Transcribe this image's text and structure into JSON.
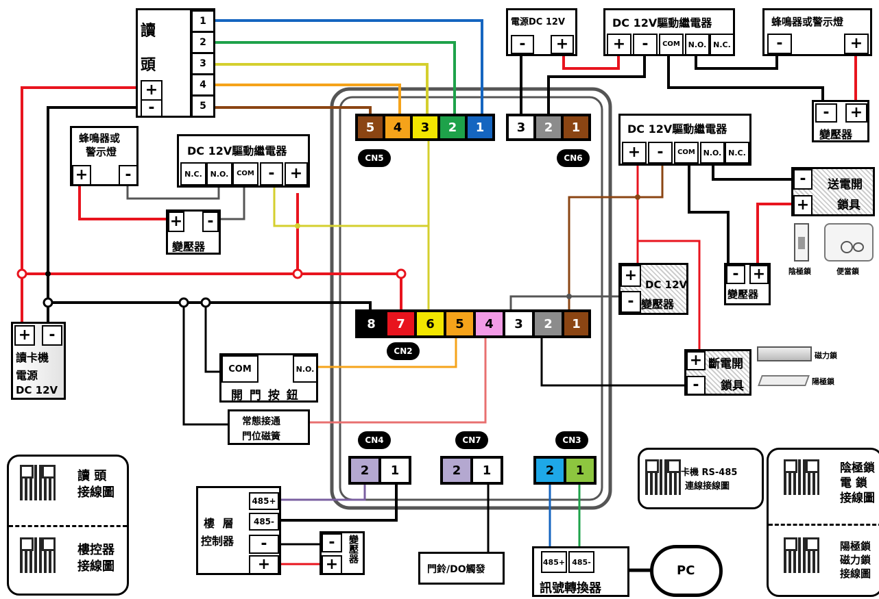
{
  "reader": {
    "label_1": "讀",
    "label_2": "頭",
    "pins": [
      "1",
      "2",
      "3",
      "4",
      "5"
    ],
    "plus": "+",
    "minus": "-"
  },
  "power_supply": {
    "title": "電源DC 12V",
    "minus": "-",
    "plus": "+"
  },
  "relay_top": {
    "title": "DC 12V驅動繼電器",
    "plus": "+",
    "minus": "-",
    "com": "COM",
    "no": "N.O.",
    "nc": "N.C."
  },
  "buzzer_top": {
    "title": "蜂鳴器或警示燈",
    "minus": "-",
    "plus": "+"
  },
  "transformer_top_right": {
    "minus": "-",
    "plus": "+",
    "label": "變壓器"
  },
  "relay_right": {
    "title": "DC 12V驅動繼電器",
    "plus": "+",
    "minus": "-",
    "com": "COM",
    "no": "N.O.",
    "nc": "N.C."
  },
  "lock_on_power": {
    "minus": "-",
    "plus": "+",
    "label_1": "送電開",
    "label_2": "鎖具"
  },
  "lock_images": {
    "strike": "陰極鎖",
    "rim": "便當鎖"
  },
  "transformer_right": {
    "minus": "-",
    "plus": "+",
    "label": "變壓器"
  },
  "dc_transformer": {
    "plus": "+",
    "minus": "-",
    "label_1": "DC 12V",
    "label_2": "變壓器"
  },
  "lock_off_power": {
    "plus": "+",
    "minus": "-",
    "label_1": "斷電開",
    "label_2": "鎖具"
  },
  "lock_images_2": {
    "magnetic": "磁力鎖",
    "bolt": "陽極鎖"
  },
  "buzzer_left": {
    "title_1": "蜂鳴器或",
    "title_2": "警示燈",
    "plus": "+",
    "minus": "-"
  },
  "relay_left": {
    "title": "DC 12V驅動繼電器",
    "nc": "N.C.",
    "no": "N.O.",
    "com": "COM",
    "minus": "-",
    "plus": "+"
  },
  "transformer_left": {
    "plus": "+",
    "minus": "-",
    "label": "變壓器"
  },
  "card_power": {
    "plus": "+",
    "minus": "-",
    "label_1": "讀卡機",
    "label_2": "電源",
    "label_3": "DC 12V"
  },
  "cn5": {
    "label": "CN5",
    "pins": [
      "5",
      "4",
      "3",
      "2",
      "1"
    ]
  },
  "cn6": {
    "label": "CN6",
    "pins": [
      "3",
      "2",
      "1"
    ]
  },
  "cn2": {
    "label": "CN2",
    "pins": [
      "8",
      "7",
      "6",
      "5",
      "4",
      "3",
      "2",
      "1"
    ]
  },
  "cn4": {
    "label": "CN4",
    "pins": [
      "2",
      "1"
    ]
  },
  "cn7": {
    "label": "CN7",
    "pins": [
      "2",
      "1"
    ]
  },
  "cn3": {
    "label": "CN3",
    "pins": [
      "2",
      "1"
    ]
  },
  "open_button": {
    "com": "COM",
    "no": "N.O.",
    "label": "開 門 按 鈕"
  },
  "door_sensor": {
    "label_1": "常態接通",
    "label_2": "門位磁簧"
  },
  "floor_controller": {
    "label_1": "樓 層",
    "label_2": "控制器",
    "p485plus": "485+",
    "p485minus": "485-",
    "minus": "-",
    "plus": "+"
  },
  "floor_transformer": {
    "minus": "-",
    "plus": "+",
    "label": "變壓器"
  },
  "doorbell": {
    "label": "門鈴/DO觸發"
  },
  "converter": {
    "p485plus": "485+",
    "p485minus": "485-",
    "label": "訊號轉換器"
  },
  "pc": {
    "label": "PC"
  },
  "qr_left": {
    "item1_line1": "讀  頭",
    "item1_line2": "接線圖",
    "item2_line1": "樓控器",
    "item2_line2": "接線圖"
  },
  "qr_mid": {
    "line1": "卡機 RS-485",
    "line2": "連線接線圖"
  },
  "qr_right": {
    "item1_line1": "陰極鎖",
    "item1_line2": "電  鎖",
    "item1_line3": "接線圖",
    "item2_line1": "陽極鎖",
    "item2_line2": "磁力鎖",
    "item2_line3": "接線圖"
  },
  "colors": {
    "brown": "#8B4513",
    "orange": "#F5A31A",
    "yellow": "#F2E600",
    "green": "#1EA24A",
    "blue": "#1565C0",
    "red": "#E8141E",
    "pink": "#F29BE6",
    "gray": "#8c8c8c",
    "lavender": "#B4A8D0",
    "lightblue": "#1EA8E8",
    "lightgreen": "#8DC63F",
    "wire_yellow": "#D4CF2E",
    "wire_pink": "#E87070",
    "wire_purple": "#7A5FA0"
  }
}
